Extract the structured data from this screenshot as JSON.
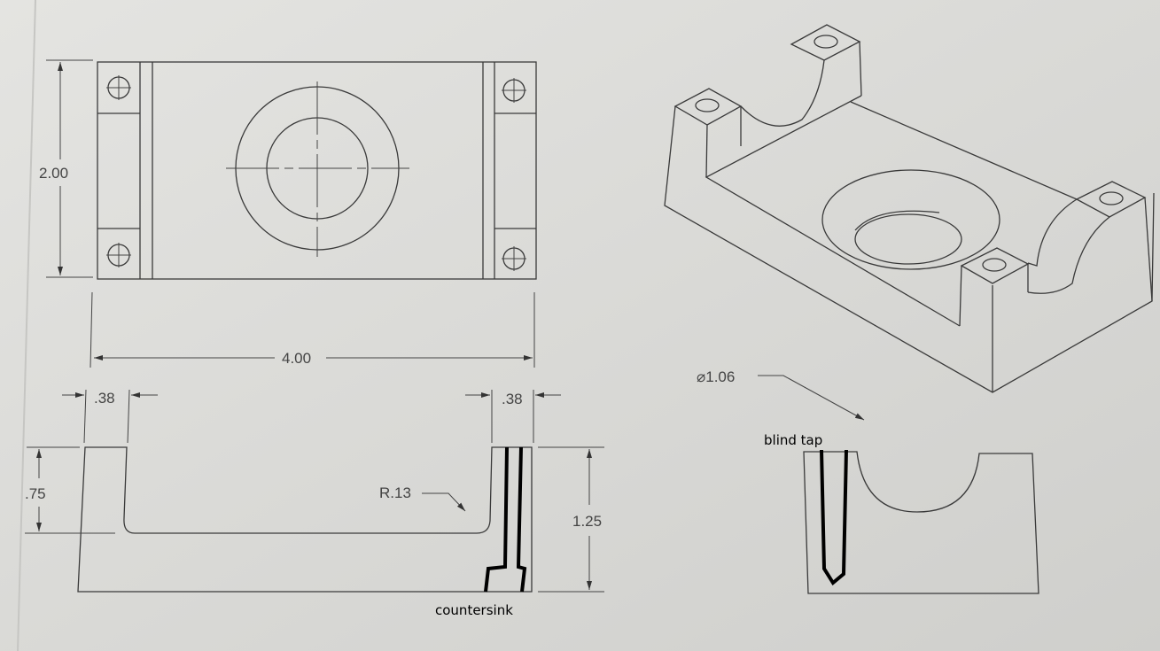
{
  "dimensions": {
    "height_top": "2.00",
    "width_total": "4.00",
    "wall_left": ".38",
    "wall_right": ".38",
    "pocket_depth": ".75",
    "fillet_radius": "R.13",
    "overall_height": "1.25",
    "bore_diameter": "⌀1.06"
  },
  "annotations": {
    "blind_tap": "blind tap",
    "countersink": "countersink"
  },
  "colors": {
    "paper": "#d9d9d6",
    "linework": "#3a3a3a",
    "markup": "#000000"
  }
}
